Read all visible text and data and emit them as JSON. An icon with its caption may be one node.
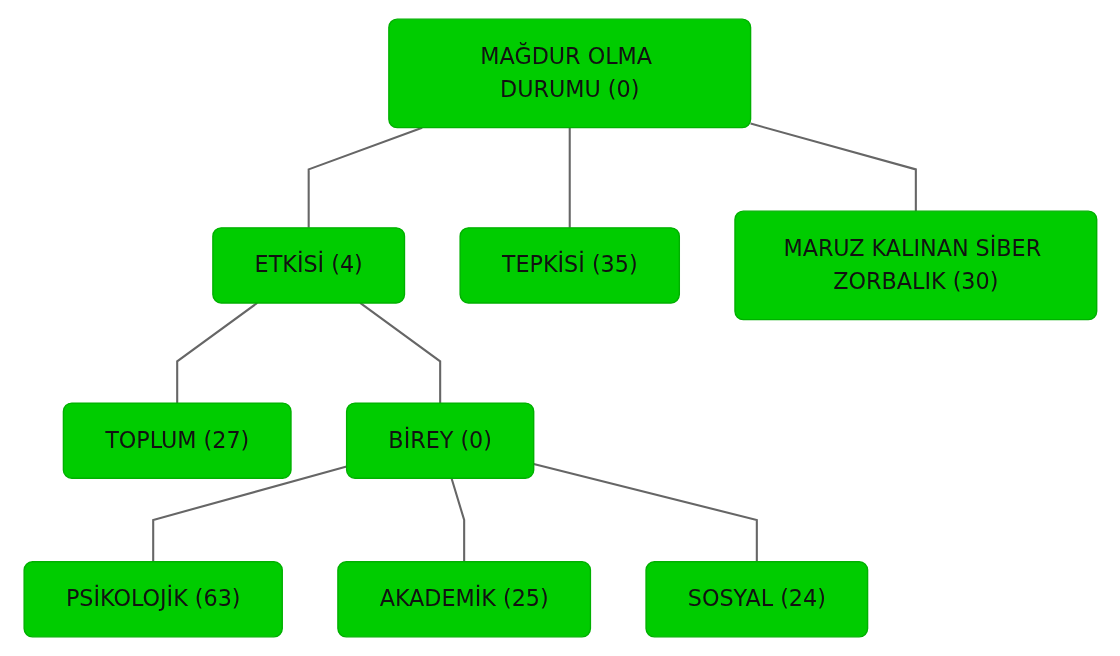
{
  "diagram": {
    "nodes": [
      {
        "text": [
          "MAĞDUR OLMA DURUMU (0)"
        ]
      },
      {
        "text": [
          "ETKİSİ (4)"
        ]
      },
      {
        "text": [
          "TEPKİSİ (35)"
        ]
      },
      {
        "text": [
          "MARUZ KALINAN SİBER ZORBALIK (30)"
        ]
      },
      {
        "text": [
          "TOPLUM (27)"
        ]
      },
      {
        "text": [
          "BİREY (0)"
        ]
      },
      {
        "text": [
          "PSİKOLOJİK (63)"
        ]
      },
      {
        "text": [
          "AKADEMİK (25)"
        ]
      },
      {
        "text": [
          "SOSYAL (24)"
        ]
      }
    ],
    "edges": [
      {
        "from": 0,
        "to": 1,
        "arrow": "none"
      },
      {
        "from": 0,
        "to": 2,
        "arrow": "none"
      },
      {
        "from": 0,
        "to": 3,
        "arrow": "none"
      },
      {
        "from": 1,
        "to": 4,
        "arrow": "none"
      },
      {
        "from": 1,
        "to": 5,
        "arrow": "none"
      },
      {
        "from": 5,
        "to": 6,
        "arrow": "none"
      },
      {
        "from": 5,
        "to": 7,
        "arrow": "none"
      },
      {
        "from": 5,
        "to": 8,
        "arrow": "none"
      }
    ]
  }
}
